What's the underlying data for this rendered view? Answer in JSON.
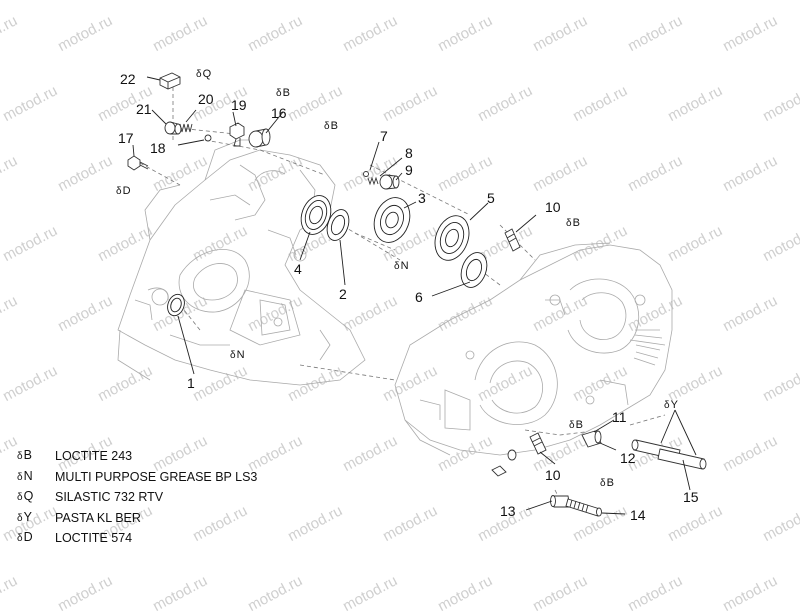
{
  "watermark": "motod.ru",
  "part_labels": [
    {
      "id": "p22",
      "text": "22"
    },
    {
      "id": "p21",
      "text": "21"
    },
    {
      "id": "p20",
      "text": "20"
    },
    {
      "id": "p19",
      "text": "19"
    },
    {
      "id": "p16",
      "text": "16"
    },
    {
      "id": "p17",
      "text": "17"
    },
    {
      "id": "p18",
      "text": "18"
    },
    {
      "id": "p7",
      "text": "7"
    },
    {
      "id": "p8",
      "text": "8"
    },
    {
      "id": "p9",
      "text": "9"
    },
    {
      "id": "p3",
      "text": "3"
    },
    {
      "id": "p5",
      "text": "5"
    },
    {
      "id": "p10a",
      "text": "10"
    },
    {
      "id": "p4",
      "text": "4"
    },
    {
      "id": "p2",
      "text": "2"
    },
    {
      "id": "p6",
      "text": "6"
    },
    {
      "id": "p1",
      "text": "1"
    },
    {
      "id": "p11",
      "text": "11"
    },
    {
      "id": "p12",
      "text": "12"
    },
    {
      "id": "p10b",
      "text": "10"
    },
    {
      "id": "p13",
      "text": "13"
    },
    {
      "id": "p14",
      "text": "14"
    },
    {
      "id": "p15",
      "text": "15"
    }
  ],
  "sealant_tags": [
    {
      "id": "t22",
      "code": "Q"
    },
    {
      "id": "t19",
      "code": "B"
    },
    {
      "id": "t16",
      "code": "B"
    },
    {
      "id": "t17",
      "code": "D"
    },
    {
      "id": "t2",
      "code": "N"
    },
    {
      "id": "t10a",
      "code": "B"
    },
    {
      "id": "t1",
      "code": "N"
    },
    {
      "id": "t11",
      "code": "B"
    },
    {
      "id": "t14",
      "code": "B"
    },
    {
      "id": "t15",
      "code": "Y"
    }
  ],
  "legend": [
    {
      "code": "B",
      "text": "LOCTITE 243"
    },
    {
      "code": "N",
      "text": "MULTI PURPOSE GREASE BP LS3"
    },
    {
      "code": "Q",
      "text": "SILASTIC 732 RTV"
    },
    {
      "code": "Y",
      "text": "PASTA KL BER"
    },
    {
      "code": "D",
      "text": "LOCTITE 574"
    }
  ],
  "drop_symbol": "δ"
}
